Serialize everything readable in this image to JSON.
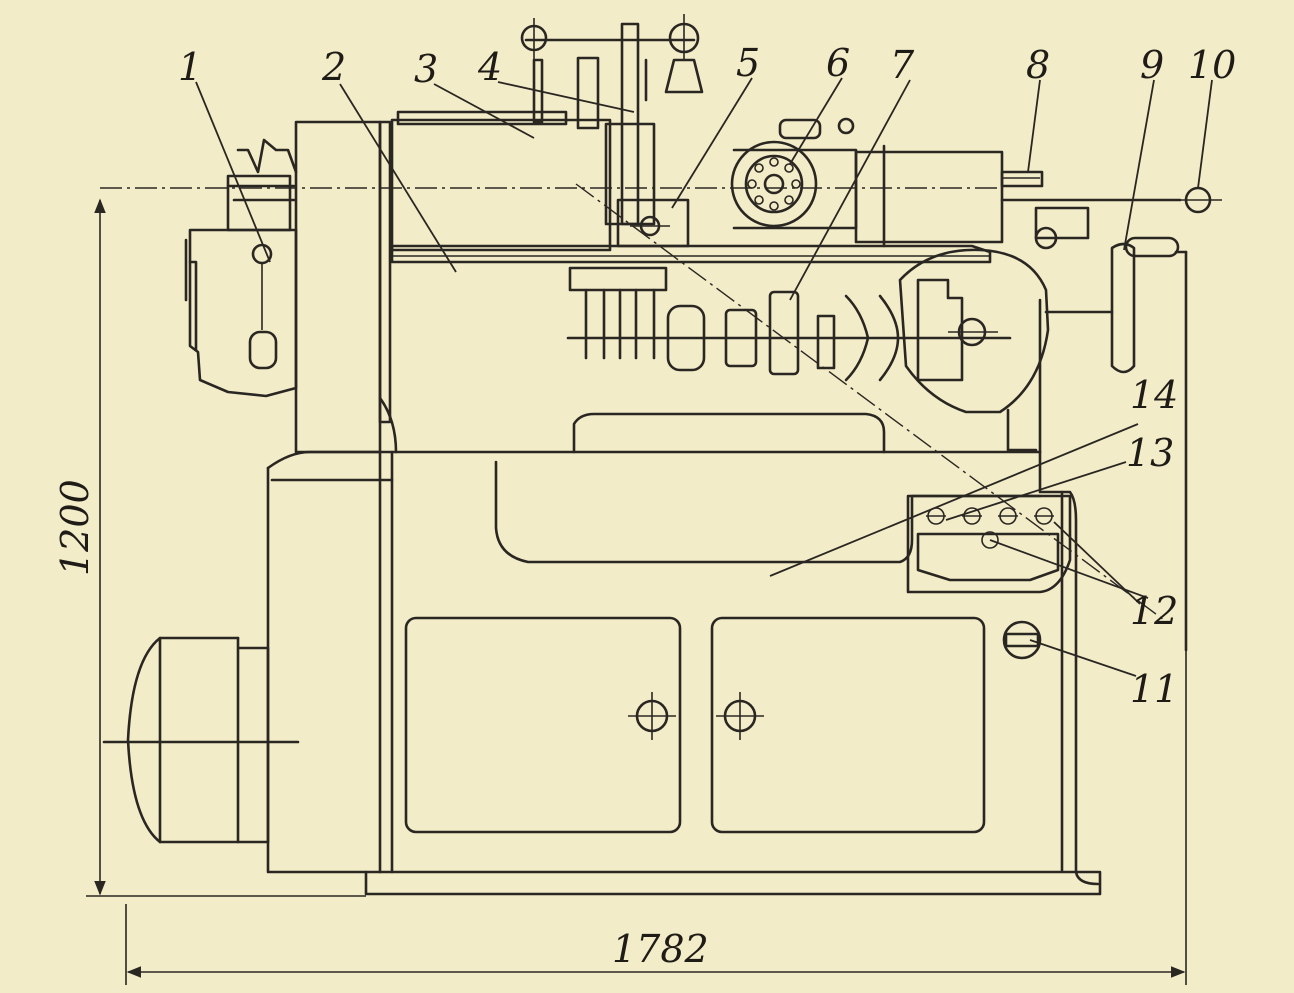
{
  "labels": [
    "1",
    "2",
    "3",
    "4",
    "5",
    "6",
    "7",
    "8",
    "9",
    "10",
    "11",
    "12",
    "13",
    "14"
  ],
  "dimensions": {
    "height": "1200",
    "width": "1782"
  },
  "colors": {
    "paper": "#f2ecc8",
    "ink": "#2a2622"
  }
}
